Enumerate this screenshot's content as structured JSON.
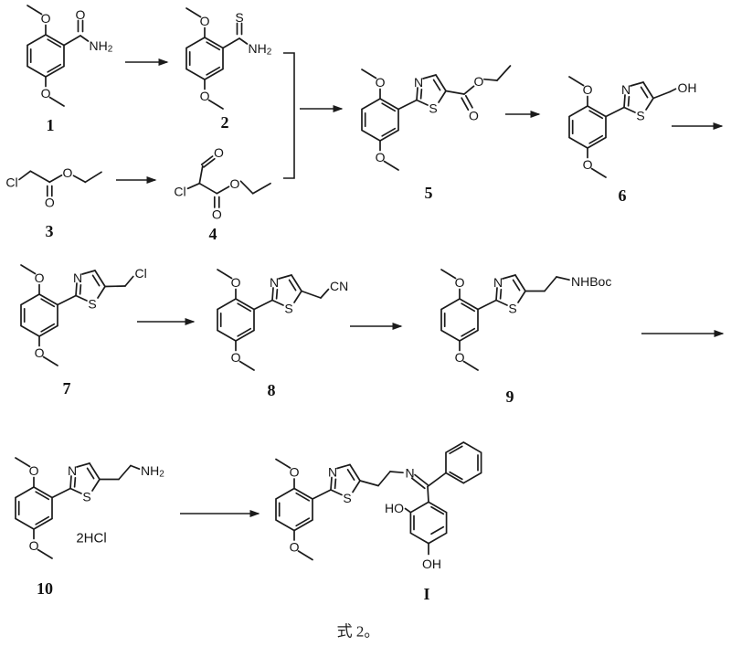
{
  "caption": "式 2。",
  "atoms": {
    "O": "O",
    "N": "N",
    "S": "S",
    "Cl": "Cl",
    "NH": "NH",
    "sub2": "2",
    "CN": "CN",
    "NHBoc": "NHBoc",
    "OH": "OH",
    "HO": "HO"
  },
  "annotations": {
    "salt": "2HCl"
  },
  "compound_labels": {
    "c1": "1",
    "c2": "2",
    "c3": "3",
    "c4": "4",
    "c5": "5",
    "c6": "6",
    "c7": "7",
    "c8": "8",
    "c9": "9",
    "c10": "10",
    "cI": "I"
  }
}
